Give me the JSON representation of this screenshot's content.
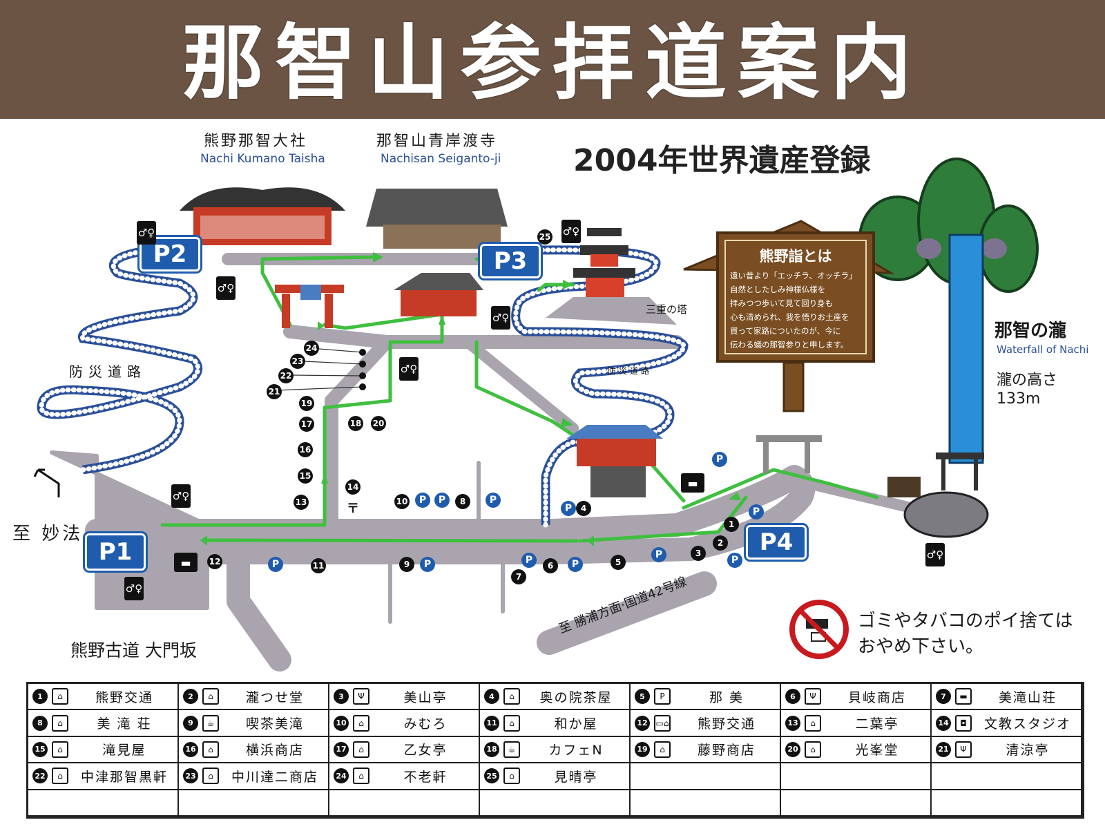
{
  "title": "那智山参拝道案内",
  "subtitle": "2004年世界遺産登録",
  "landmarks": {
    "taisha_ja": "熊野那智大社",
    "taisha_en": "Nachi Kumano Taisha",
    "seiganto_ja": "那智山青岸渡寺",
    "seiganto_en": "Nachisan Seiganto-ji",
    "pagoda": "三重の塔",
    "waterfall_ja": "那智の瀧",
    "waterfall_en": "Waterfall of Nachi",
    "waterfall_height_label": "瀧の高さ",
    "waterfall_height_value": "133m",
    "bousai_road_1": "防災道路",
    "bousai_road_2": "防災道路",
    "to_myohou": "至 妙法",
    "kodo": "熊野古道 大門坂",
    "to_katsuura": "至 勝浦方面·国道42号線"
  },
  "board": {
    "title": "熊野詣とは",
    "lines": [
      "遠い昔より「エッチラ、オッチラ」",
      "自然としたしみ神様仏様を",
      "拝みつつ歩いて見て回り身も",
      "心も清められ、我を悟りお土産を",
      "買って家路についたのが、今に",
      "伝わる蟻の那智参りと申します。"
    ]
  },
  "parking": [
    "P1",
    "P2",
    "P3",
    "P4"
  ],
  "parking_mark": "P",
  "no_litter": [
    "ゴミやタバコのポイ捨ては",
    "おやめ下さい。"
  ],
  "icons": {
    "restroom": "toilet-icon",
    "bus": "bus-icon",
    "shop": "shop-icon",
    "restaurant": "restaurant-icon",
    "cafe": "cafe-icon",
    "lodging": "lodging-icon",
    "photo": "camera-icon",
    "post": "〒"
  },
  "map_numbers": [
    "1",
    "2",
    "3",
    "4",
    "5",
    "6",
    "7",
    "8",
    "9",
    "10",
    "11",
    "12",
    "13",
    "14",
    "15",
    "16",
    "17",
    "18",
    "19",
    "20",
    "21",
    "22",
    "23",
    "24",
    "25"
  ],
  "legend": [
    {
      "num": "1",
      "icon": "shop-icon",
      "glyph": "⌂",
      "name": "熊野交通"
    },
    {
      "num": "2",
      "icon": "shop-icon",
      "glyph": "⌂",
      "name": "瀧つせ堂"
    },
    {
      "num": "3",
      "icon": "restaurant-icon",
      "glyph": "Ψ",
      "name": "美山亭"
    },
    {
      "num": "4",
      "icon": "shop-icon",
      "glyph": "⌂",
      "name": "奥の院茶屋"
    },
    {
      "num": "5",
      "icon": "parking-icon",
      "glyph": "P",
      "name": "那 美"
    },
    {
      "num": "6",
      "icon": "restaurant-icon",
      "glyph": "Ψ",
      "name": "貝岐商店"
    },
    {
      "num": "7",
      "icon": "lodging-icon",
      "glyph": "▬",
      "name": "美滝山荘"
    },
    {
      "num": "8",
      "icon": "shop-icon",
      "glyph": "⌂",
      "name": "美 滝 荘"
    },
    {
      "num": "9",
      "icon": "cafe-icon",
      "glyph": "☕",
      "name": "喫茶美滝"
    },
    {
      "num": "10",
      "icon": "shop-icon",
      "glyph": "⌂",
      "name": "みむろ"
    },
    {
      "num": "11",
      "icon": "shop-icon",
      "glyph": "⌂",
      "name": "和か屋"
    },
    {
      "num": "12",
      "icon": "bus-icon",
      "glyph": "▭⌂",
      "name": "熊野交通"
    },
    {
      "num": "13",
      "icon": "shop-icon",
      "glyph": "⌂",
      "name": "二葉亭"
    },
    {
      "num": "14",
      "icon": "camera-icon",
      "glyph": "◘",
      "name": "文教スタジオ"
    },
    {
      "num": "15",
      "icon": "shop-icon",
      "glyph": "⌂",
      "name": "滝見屋"
    },
    {
      "num": "16",
      "icon": "shop-icon",
      "glyph": "⌂",
      "name": "横浜商店"
    },
    {
      "num": "17",
      "icon": "shop-icon",
      "glyph": "⌂",
      "name": "乙女亭"
    },
    {
      "num": "18",
      "icon": "cafe-icon",
      "glyph": "☕",
      "name": "カフェN"
    },
    {
      "num": "19",
      "icon": "shop-icon",
      "glyph": "⌂",
      "name": "藤野商店"
    },
    {
      "num": "20",
      "icon": "shop-icon",
      "glyph": "⌂",
      "name": "光峯堂"
    },
    {
      "num": "21",
      "icon": "restaurant-icon",
      "glyph": "Ψ",
      "name": "清涼亭"
    },
    {
      "num": "22",
      "icon": "shop-icon",
      "glyph": "⌂",
      "name": "中津那智黒軒"
    },
    {
      "num": "23",
      "icon": "shop-icon",
      "glyph": "⌂",
      "name": "中川達二商店"
    },
    {
      "num": "24",
      "icon": "shop-icon",
      "glyph": "⌂",
      "name": "不老軒"
    },
    {
      "num": "25",
      "icon": "shop-icon",
      "glyph": "⌂",
      "name": "見晴亭"
    }
  ],
  "colors": {
    "frame_brown": "#6b5443",
    "road_gray": "#a9a4ad",
    "route_green": "#3fbf3f",
    "parking_blue": "#1f5cae",
    "waterfall_blue": "#2a8fd8",
    "shrine_red": "#d7402a",
    "board_brown": "#7a4e22",
    "no_litter_red": "#c8191f"
  }
}
